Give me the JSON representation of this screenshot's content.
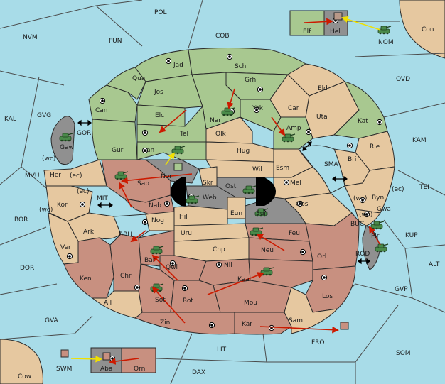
{
  "colors": {
    "sea": "#a8dce8",
    "green": "#a8c890",
    "tan": "#e6c8a0",
    "red": "#c89080",
    "gray": "#909090",
    "black": "#000000",
    "unit": "#4a8a4a",
    "arrow": "#cc1a00",
    "support_arrow": "#f0e000"
  },
  "seas": {
    "pol": "POL",
    "nvm": "NVM",
    "fun": "FUN",
    "cob": "COB",
    "con": "Con",
    "nom": "NOM",
    "ovd": "OVD",
    "kal": "KAL",
    "gvg": "GVG",
    "gor": "GOR",
    "kam": "KAM",
    "mvu": "MVU",
    "mit": "MIT",
    "sma": "SMA",
    "tei": "TEI",
    "bor": "BOR",
    "rbu": "RBU",
    "buc": "BUC",
    "kup": "KUP",
    "dor": "DOR",
    "rod": "ROD",
    "alt": "ALT",
    "gvp": "GVP",
    "gva": "GVA",
    "fro": "FRO",
    "som": "SOM",
    "lit": "LIT",
    "swm": "SWM",
    "dax": "DAX",
    "cow": "Cow"
  },
  "provinces": {
    "elf": "Elf",
    "hel": "Hel",
    "jad": "Jad",
    "sch": "Sch",
    "qua": "Qua",
    "jos": "Jos",
    "grh": "Grh",
    "eld": "Eld",
    "can": "Can",
    "nar": "Nar",
    "yok": "Yok",
    "car": "Car",
    "uta": "Uta",
    "kat": "Kat",
    "elc": "Elc",
    "tel": "Tel",
    "olk": "Olk",
    "amp": "Amp",
    "gaw": "Gaw",
    "gur": "Gur",
    "lan": "Lan",
    "hug": "Hug",
    "rie": "Rie",
    "bri": "Bri",
    "wil": "Wil",
    "esm": "Esm",
    "nor": "Nor",
    "sap": "Sap",
    "skr": "Skr",
    "ost": "Ost",
    "web": "Web",
    "mel": "Mel",
    "her": "Her",
    "kor": "Kor",
    "nab": "Nab",
    "byn": "Byn",
    "eun": "Eun",
    "obs": "Obs",
    "sun": "Sun",
    "hil": "Hil",
    "gwa": "Gwa",
    "nog": "Nog",
    "ark": "Ark",
    "uru": "Uru",
    "feu": "Feu",
    "pir": "Pir",
    "ver": "Ver",
    "neu": "Neu",
    "chp": "Chp",
    "bar": "Bar",
    "qwi": "Qwi",
    "orl": "Orl",
    "nil": "Nil",
    "ken": "Ken",
    "chr": "Chr",
    "kaa": "Kaa",
    "sot": "Sot",
    "rot": "Rot",
    "mou": "Mou",
    "los": "Los",
    "ail": "Ail",
    "zin": "Zin",
    "kar": "Kar",
    "sam": "Sam",
    "aba": "Aba",
    "orn": "Orn"
  },
  "coasts": {
    "gaw_wc": "(wc)",
    "her_ec": "(ec)",
    "kor_ec": "(ec)",
    "kor_wc": "(wc)",
    "byn_wc": "(wc)",
    "byn_ec": "(ec)",
    "gwa_wc": "(wc)"
  }
}
